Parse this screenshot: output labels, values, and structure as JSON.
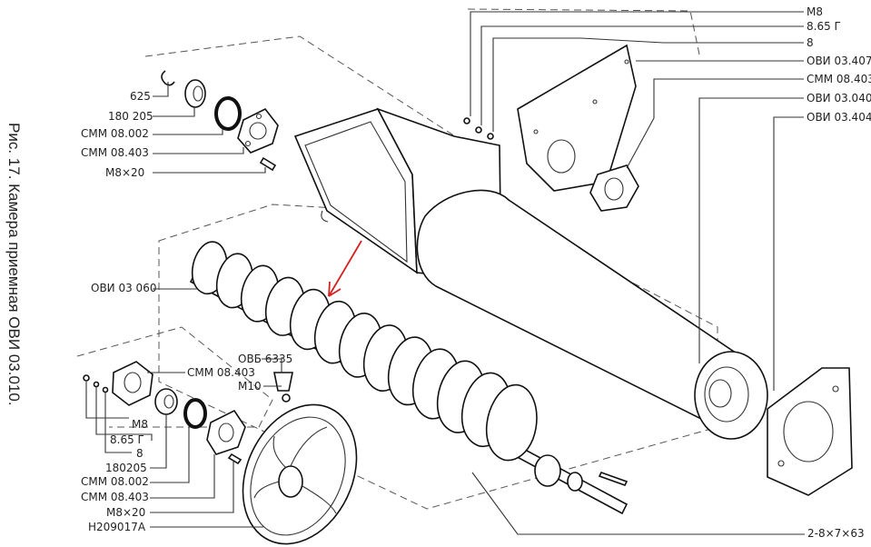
{
  "caption": "Рис. 17. Камера приемная ОВИ 03.010.",
  "labels_top_left": [
    "625",
    "180 205",
    "СММ 08.002",
    "СММ 08.403",
    "М8×20"
  ],
  "labels_top_right": [
    "М8",
    "8.65 Г",
    "8",
    "ОВИ 03.407",
    "СММ 08.403",
    "ОВИ 03.040",
    "ОВИ 03.404"
  ],
  "label_auger": "ОВИ 03 060",
  "label_obb": "ОВБ 6335",
  "label_m10": "М10",
  "label_cmm_mid": "СММ 08.403",
  "labels_bottom_left": [
    "М8",
    "8.65 Г",
    "8",
    "180205",
    "СММ 08.002",
    "СММ 08.403",
    "М8×20",
    "Н209017А"
  ],
  "label_key": "2-8×7×63",
  "pointer_color": "#d42020"
}
